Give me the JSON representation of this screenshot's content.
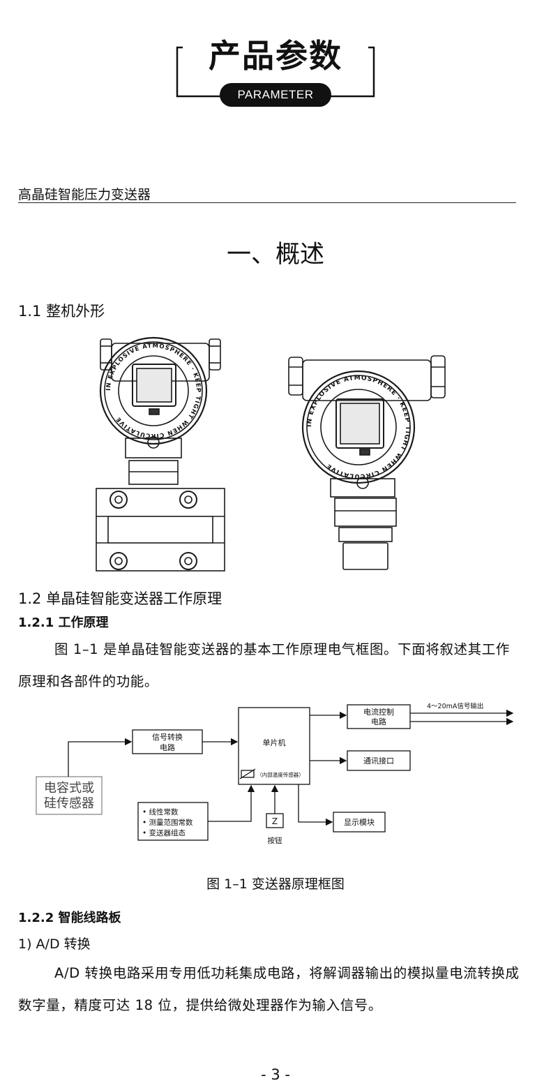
{
  "banner": {
    "title": "产品参数",
    "subtitle": "PARAMETER"
  },
  "header": {
    "doc_title": "高晶硅智能压力变送器"
  },
  "chapter": {
    "title": "一、概述"
  },
  "section_1_1": {
    "title": "1.1 整机外形",
    "dial_text_left": "IN EXPLOSIVE ATMOSPHERE · KEEP TIGHT WHEN CIRCULATIVE",
    "dial_text_right": "IN EXPLOSIVE ATMOSPHERE · KEEP TIGHT WHEN CIRCULATIVE"
  },
  "section_1_2": {
    "title": "1.2 单晶硅智能变送器工作原理",
    "sub_1_title": "1.2.1 工作原理",
    "sub_1_para": "图 1–1 是单晶硅智能变送器的基本工作原理电气框图。下面将叙述其工作原理和各部件的功能。",
    "sub_2_title": "1.2.2 智能线路板",
    "sub_2_item": "1) A/D 转换",
    "sub_2_para": "A/D 转换电路采用专用低功耗集成电路，将解调器输出的模拟量电流转换成数字量，精度可达 18 位，提供给微处理器作为输入信号。"
  },
  "diagram": {
    "sensor": [
      "电容式或",
      "硅传感器"
    ],
    "signal_conv": [
      "信号转换",
      "电路"
    ],
    "mcu": "单片机",
    "temp_sensor": "（内部温度传感器）",
    "current_ctrl": [
      "电流控制",
      "电路"
    ],
    "output_label": "4～20mA信号输出",
    "comm": "通讯接口",
    "display": "显示模块",
    "params": [
      "• 线性常数",
      "• 测量范围常数",
      "• 变送器组态"
    ],
    "button_symbol": "Z",
    "button_label": "按钮",
    "caption": "图 1–1  变送器原理框图"
  },
  "footer": {
    "page": "- 3 -"
  }
}
